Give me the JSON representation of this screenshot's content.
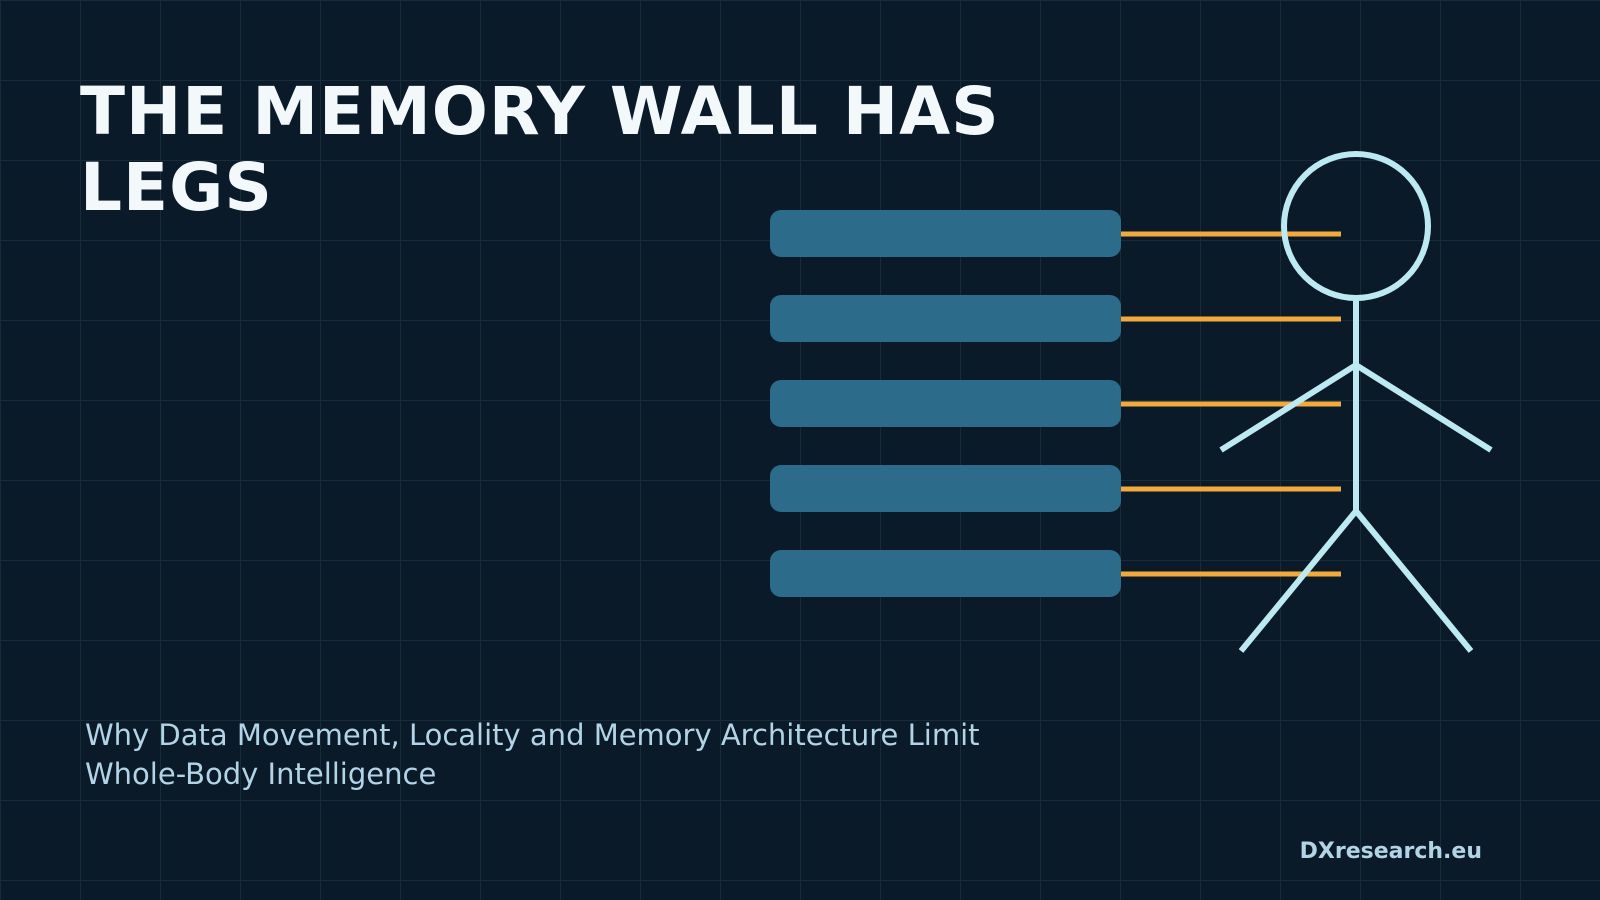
{
  "slide": {
    "title": "THE MEMORY WALL HAS LEGS",
    "subtitle": "Why Data Movement, Locality and Memory Architecture Limit Whole-Body Intelligence",
    "brand": "DXresearch.eu"
  },
  "illustration": {
    "memory_block_count": 5,
    "colors": {
      "background": "#0a1a29",
      "grid": "#172c3b",
      "memory_block": "#2d6b8a",
      "connector": "#f2aa3c",
      "stick_figure": "#bde9f2",
      "title": "#f3f8fb",
      "subtitle": "#b2d4e6"
    },
    "icons": [
      "memory-block",
      "stick-figure"
    ]
  }
}
